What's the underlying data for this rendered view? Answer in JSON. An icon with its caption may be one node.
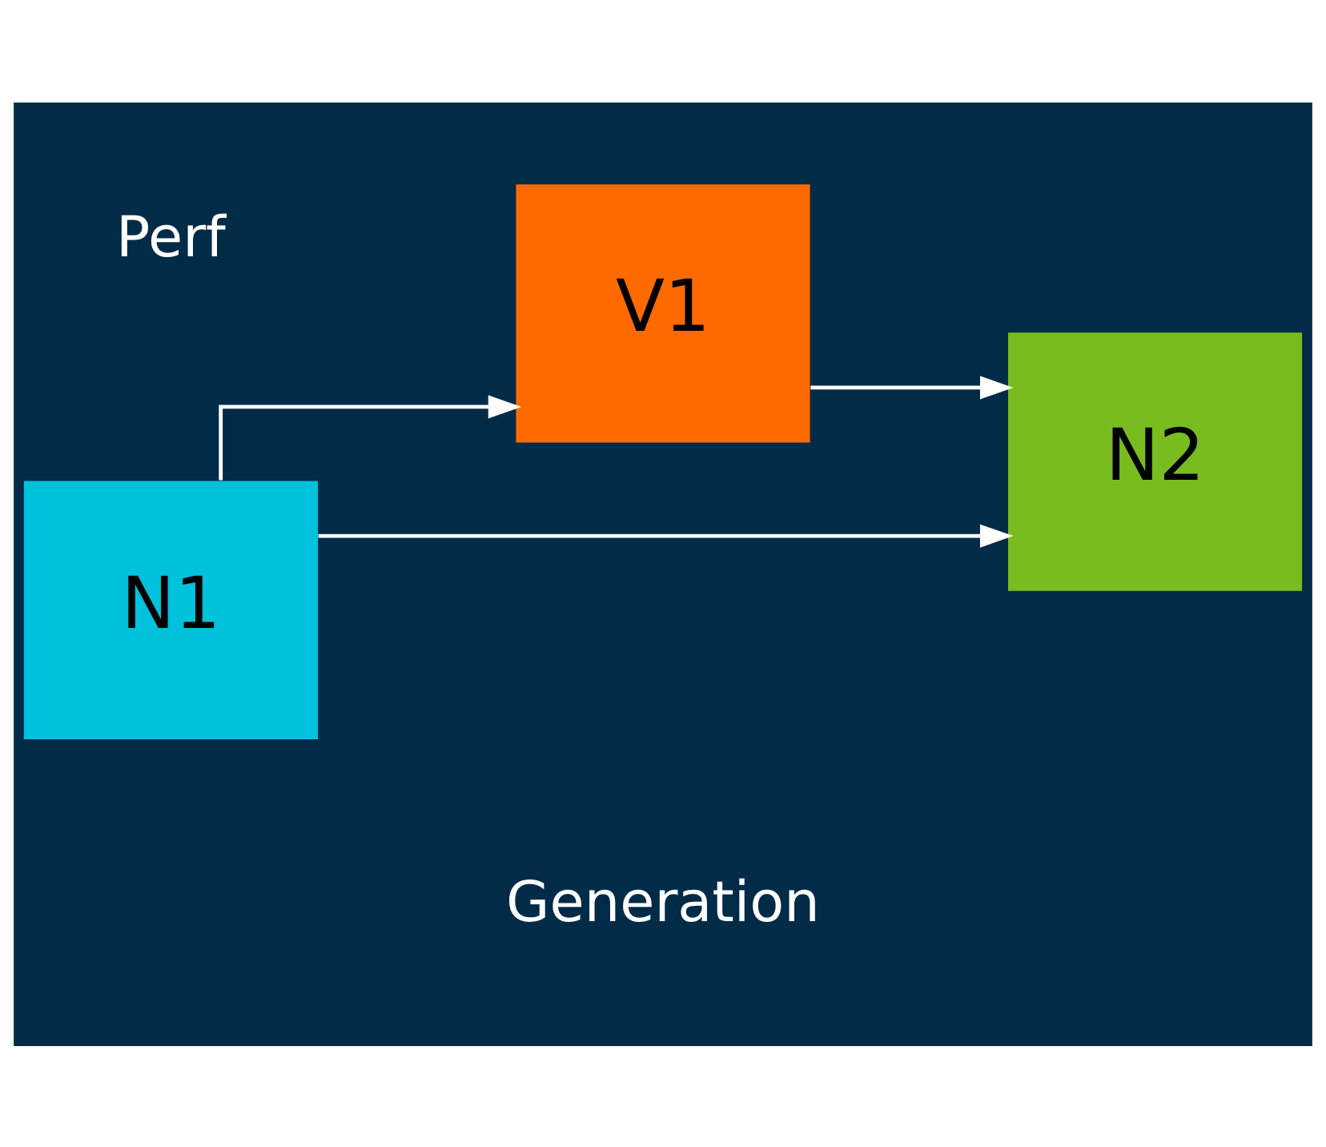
{
  "diagram": {
    "nodes": [
      {
        "text": [
          "V1"
        ]
      },
      {
        "text": [
          "N2"
        ]
      },
      {
        "text": [
          "N1"
        ]
      }
    ],
    "edges": [
      {
        "from": 2,
        "to": 0,
        "arrow": "to"
      },
      {
        "from": 0,
        "to": 1,
        "arrow": "to"
      },
      {
        "from": 2,
        "to": 1,
        "arrow": "to"
      }
    ],
    "labels": [
      "Perf",
      "Generation"
    ]
  }
}
